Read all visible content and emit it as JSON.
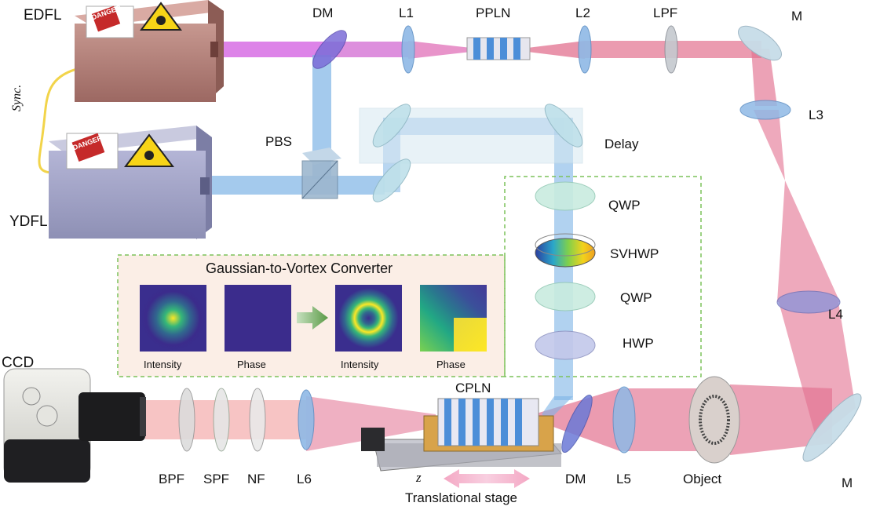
{
  "labels": {
    "edfl": "EDFL",
    "ydfl": "YDFL",
    "sync": "Sync.",
    "dm_top": "DM",
    "l1": "L1",
    "ppln": "PPLN",
    "l2": "L2",
    "lpf": "LPF",
    "m_top": "M",
    "l3": "L3",
    "pbs": "PBS",
    "delay": "Delay",
    "qwp1": "QWP",
    "svhwp": "SVHWP",
    "qwp2": "QWP",
    "hwp": "HWP",
    "l4": "L4",
    "ccd": "CCD",
    "cpln": "CPLN",
    "bpf": "BPF",
    "spf": "SPF",
    "nf": "NF",
    "l6": "L6",
    "z": "z",
    "translational_stage": "Translational stage",
    "dm_bottom": "DM",
    "l5": "L5",
    "object": "Object",
    "m_bottom": "M",
    "danger": "DANGER"
  },
  "converter": {
    "title": "Gaussian-to-Vortex Converter",
    "captions": [
      "Intensity",
      "Phase",
      "Intensity",
      "Phase"
    ]
  },
  "colors": {
    "edfl_box": "#b9847c",
    "ydfl_box": "#a5a6c8",
    "pink_beam": "#e2708f",
    "magenta_beam": "#d25ae0",
    "blue_beam": "#7db4e6",
    "dashed_box": "#7cc25a",
    "converter_bg": "#fbeee6"
  }
}
